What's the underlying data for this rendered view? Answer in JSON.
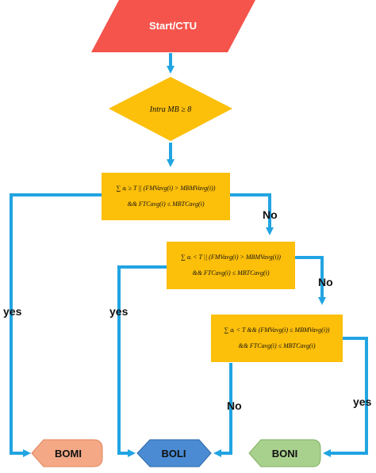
{
  "nodes": {
    "start": {
      "label": "Start/CTU",
      "color": "#f4544c"
    },
    "decision0": {
      "label": "Intra MB ≥ 8",
      "color": "#fcbf0a"
    },
    "decision1": {
      "line1": "∑ aᵢ ≥ T || (FMVavg(i) > MBMVavg(i))",
      "line2": "&& FTCavg(i) ≤ MBTCavg(i)",
      "color": "#fcbf0a"
    },
    "decision2": {
      "line1": "∑ aᵢ < T || (FMVavg(i) > MBMVavg(i))",
      "line2": "&& FTCavg(i) ≤ MBTCavg(i)",
      "color": "#fcbf0a"
    },
    "decision3": {
      "line1": "∑ aᵢ < T && (FMVavg(i) ≤ MBMVavg(i))",
      "line2": "&& FTCavg(i) ≤ MBTCavg(i)",
      "color": "#fcbf0a"
    },
    "bomi": {
      "label": "BOMI",
      "color": "#f4a886"
    },
    "boli": {
      "label": "BOLI",
      "color": "#4a8bd4"
    },
    "boni": {
      "label": "BONI",
      "color": "#a9d18e"
    }
  },
  "edges": {
    "no1": "No",
    "no2": "No",
    "no3": "No",
    "yes1": "yes",
    "yes2": "yes",
    "yes3": "yes"
  },
  "arrow_color": "#21a4e2"
}
